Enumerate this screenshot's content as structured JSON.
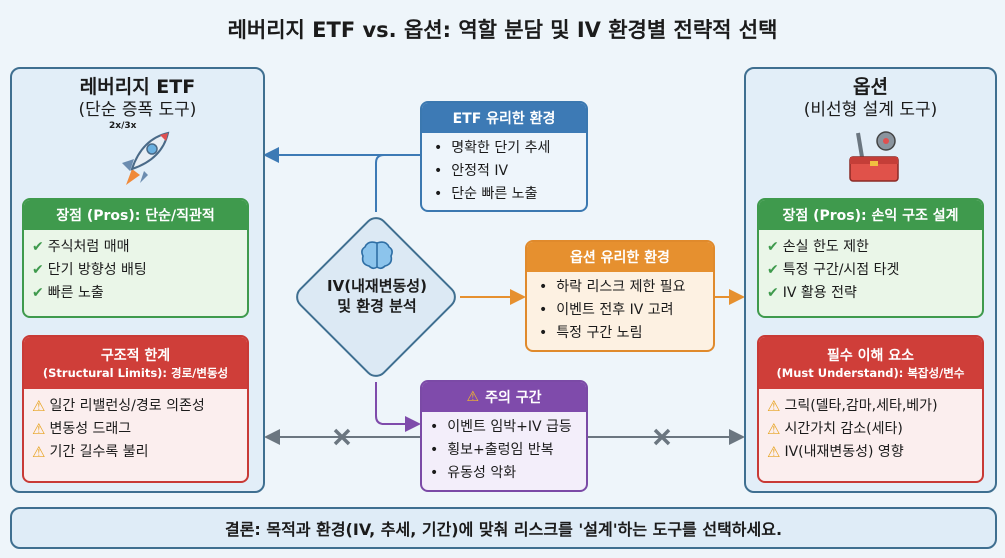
{
  "title": "레버리지 ETF vs. 옵션: 역할 분담 및 IV 환경별 전략적 선택",
  "left": {
    "title": "레버리지 ETF",
    "subtitle": "(단순 증폭 도구)",
    "icon_label": "2x/3x",
    "pros": {
      "header": "장점 (Pros): 단순/직관적",
      "items": [
        "주식처럼 매매",
        "단기 방향성 배팅",
        "빠른 노출"
      ]
    },
    "limits": {
      "header": "구조적 한계",
      "header_sub": "(Structural Limits): 경로/변동성",
      "items": [
        "일간 리밸런싱/경로 의존성",
        "변동성 드래그",
        "기간 길수록 불리"
      ]
    }
  },
  "right": {
    "title": "옵션",
    "subtitle": "(비선형 설계 도구)",
    "pros": {
      "header": "장점 (Pros): 손익 구조 설계",
      "items": [
        "손실 한도 제한",
        "특정 구간/시점 타겟",
        "IV 활용 전략"
      ]
    },
    "limits": {
      "header": "필수 이해 요소",
      "header_sub": "(Must Understand): 복잡성/변수",
      "items": [
        "그릭(델타,감마,세타,베가)",
        "시간가치 감소(세타)",
        "IV(내재변동성) 영향"
      ]
    }
  },
  "center": {
    "line1": "IV(내재변동성)",
    "line2": "및 환경 분석"
  },
  "etf_env": {
    "header": "ETF 유리한 환경",
    "items": [
      "명확한 단기 추세",
      "안정적 IV",
      "단순 빠른 노출"
    ]
  },
  "option_env": {
    "header": "옵션 유리한 환경",
    "items": [
      "하락 리스크 제한 필요",
      "이벤트 전후 IV 고려",
      "특정 구간 노림"
    ]
  },
  "caution": {
    "header": "주의 구간",
    "items": [
      "이벤트 임박+IV 급등",
      "횡보+출렁임 반복",
      "유동성 악화"
    ]
  },
  "conclusion": "결론: 목적과 환경(IV, 추세, 기간)에 맞춰 리스크를 '설계'하는 도구를 선택하세요.",
  "colors": {
    "blue": "#3d7ab5",
    "orange": "#e6902f",
    "purple": "#7f4bab",
    "green": "#3f9a4d",
    "red": "#cf3e39"
  }
}
